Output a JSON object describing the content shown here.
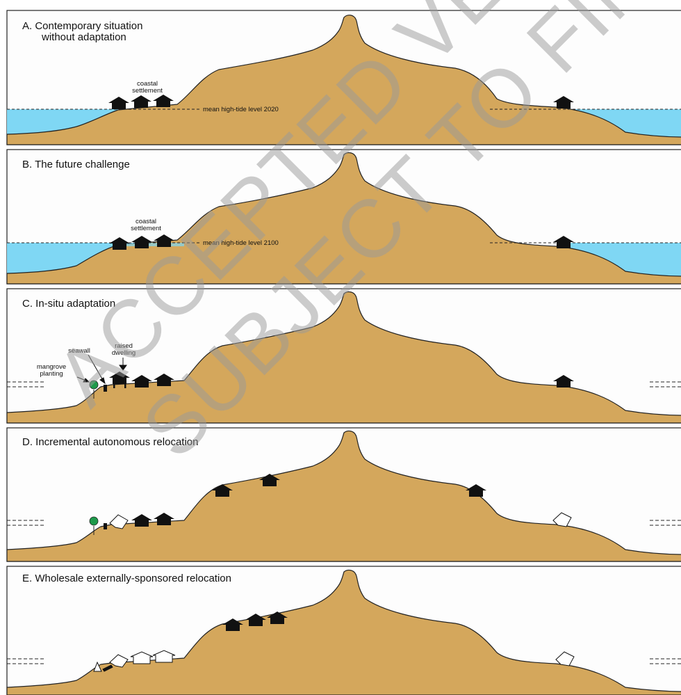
{
  "panels": [
    {
      "title_line1": "A. Contemporary situation",
      "title_line2": "without adaptation",
      "tide_label": "mean high-tide level 2020",
      "settlement_label_1": "coastal",
      "settlement_label_2": "settlement"
    },
    {
      "title_line1": "B. The future challenge",
      "tide_label": "mean high-tide level 2100",
      "settlement_label_1": "coastal",
      "settlement_label_2": "settlement"
    },
    {
      "title_line1": "C. In-situ adaptation",
      "mangrove_label_1": "mangrove",
      "mangrove_label_2": "planting",
      "seawall_label": "seawall",
      "dwelling_label_1": "raised",
      "dwelling_label_2": "dwelling"
    },
    {
      "title_line1": "D. Incremental autonomous relocation"
    },
    {
      "title_line1": "E. Wholesale externally-sponsored relocation"
    }
  ],
  "watermark": {
    "line1": "ACCEPTED VERSION",
    "line2": "SUBJECT TO FINAL"
  },
  "colors": {
    "land": "#d4a75c",
    "water": "#7fd7f4",
    "panel_bg": "#fdfdfd",
    "house": "#111111"
  }
}
